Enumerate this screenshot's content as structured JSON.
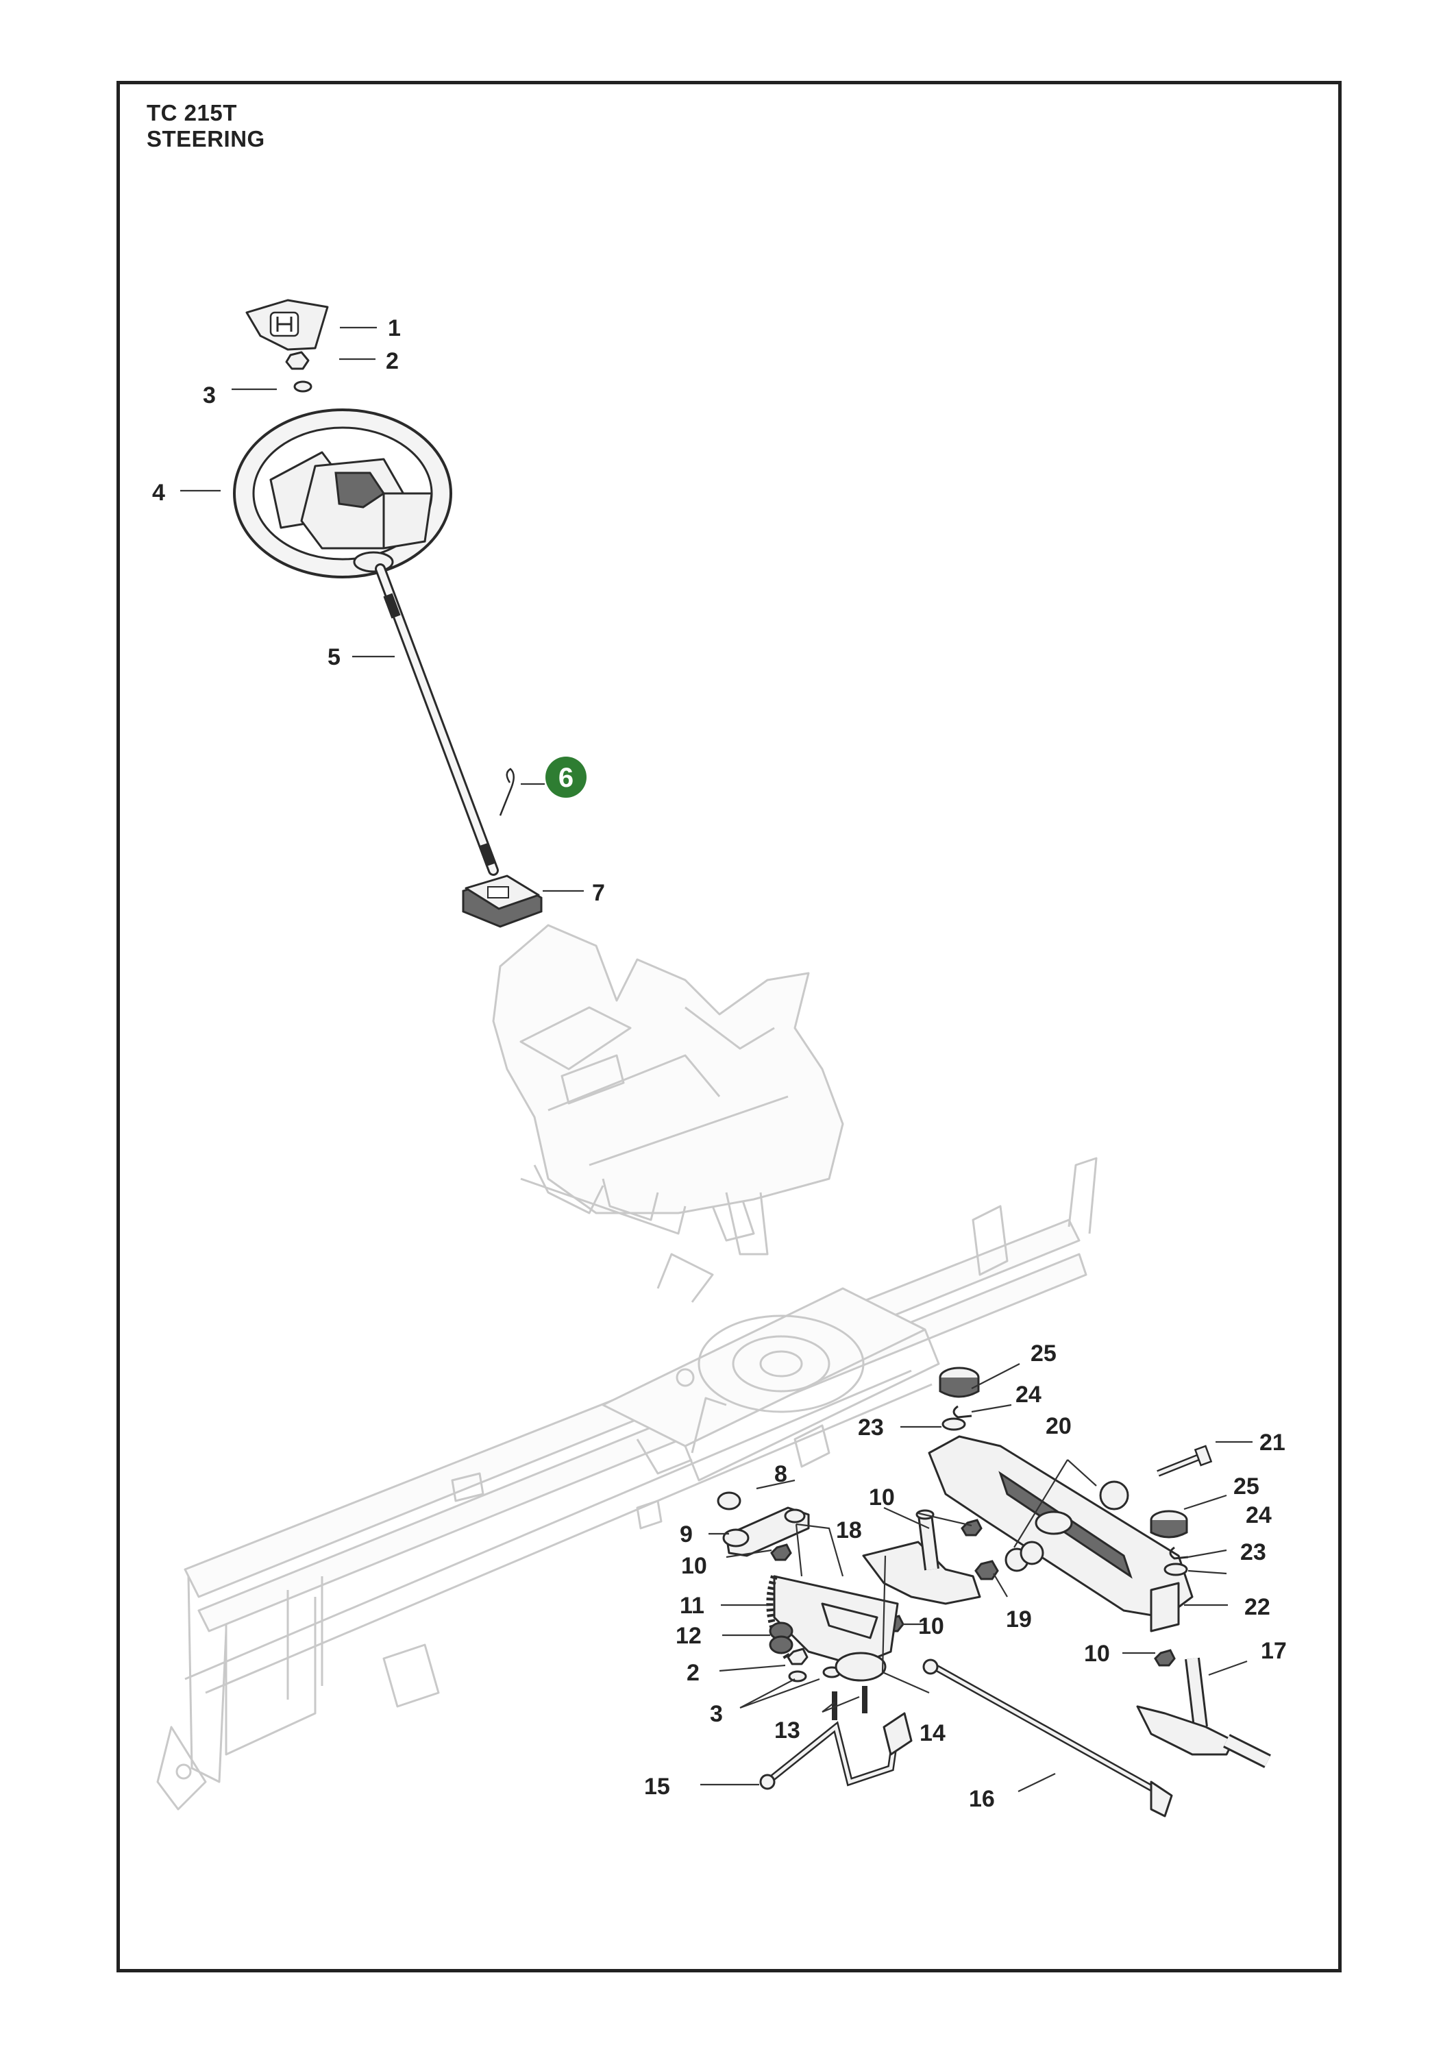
{
  "header": {
    "model": "TC 215T",
    "section": "STEERING"
  },
  "highlight_color": "#2e7d32",
  "highlighted_part": "6",
  "part_numbers": [
    "1",
    "2",
    "3",
    "4",
    "5",
    "6",
    "7",
    "8",
    "9",
    "10",
    "11",
    "12",
    "13",
    "14",
    "15",
    "16",
    "17",
    "18",
    "19",
    "20",
    "21",
    "22",
    "23",
    "24",
    "25"
  ],
  "callouts": {
    "c1": "1",
    "c2a": "2",
    "c3a": "3",
    "c4": "4",
    "c5": "5",
    "c6": "6",
    "c7": "7",
    "c25a": "25",
    "c24a": "24",
    "c23a": "23",
    "c20": "20",
    "c21": "21",
    "c25b": "25",
    "c24b": "24",
    "c23b": "23",
    "c22": "22",
    "c17": "17",
    "c8": "8",
    "c9": "9",
    "c10a": "10",
    "c10b": "10",
    "c10c": "10",
    "c10d": "10",
    "c18": "18",
    "c11": "11",
    "c12": "12",
    "c2b": "2",
    "c3b": "3",
    "c13": "13",
    "c14": "14",
    "c15": "15",
    "c16": "16",
    "c19": "19"
  }
}
